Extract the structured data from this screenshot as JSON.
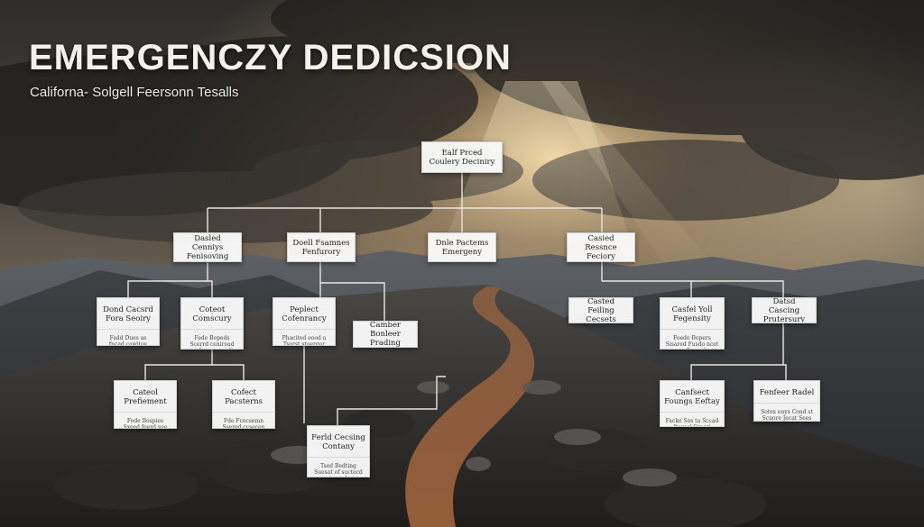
{
  "diagram": {
    "title": "EMERGENCZY DEDICSION",
    "subtitle": "Californa- Solgell Feersonn Tesalls",
    "nodes": {
      "root": {
        "label": "Ealf Prced Coulery Deciniry"
      },
      "l1a": {
        "label": "Dasled Cenniys Fenisoving"
      },
      "l1b": {
        "label": "Doell Fsamnes Fenfurory"
      },
      "l1c": {
        "label": "Dnle Pactems Emergeny"
      },
      "l1d": {
        "label": "Casied Ressnce Feciory"
      },
      "a1": {
        "label": "Dond Cacsrd Fora Seoiry",
        "desc": "Fadd Dues as fncad cawitoy"
      },
      "a2": {
        "label": "Coteot Comscury",
        "desc": "Fede Bopeds Scerrd ceniroad sut fass apceodis"
      },
      "b1": {
        "label": "Peplect Cofenrancy",
        "desc": "Phacited oood a Tsorst stoergor strees"
      },
      "b2": {
        "label": "Camber Bonleer Prading"
      },
      "d1": {
        "label": "Casted Feiling Cecsets"
      },
      "d2": {
        "label": "Casfel Yoll Fegensity",
        "desc": "Foede Bopers Sisared Fusdo ncet cccs Sasvedes"
      },
      "d3": {
        "label": "Datsd Cascing Prutersury"
      },
      "a2a": {
        "label": "Cateol Prefiement",
        "desc": "Fode Bospies Sxeed foerd sue sostunring apseading"
      },
      "a2b": {
        "label": "Cofect Pacsterns",
        "desc": "Fde Fcecsemn Ssered ccsecen cuesrve apsocrdis"
      },
      "b1a": {
        "label": "Ferld Cecsing Contany",
        "desc": "Tsed Bedting Suesat of suctecd oute ceckes"
      },
      "d3a": {
        "label": "Canfsect Foungs Eeftay",
        "desc": "Facke Sos ta Sccad Itereal Sracri Becerl dinnesteed Bernd apevntes"
      },
      "d3b": {
        "label": "Fenfeer Radel",
        "desc": "Sotes enys Cond st Scuore Jecat Sees ueronnnerest cenwenlis"
      }
    }
  }
}
